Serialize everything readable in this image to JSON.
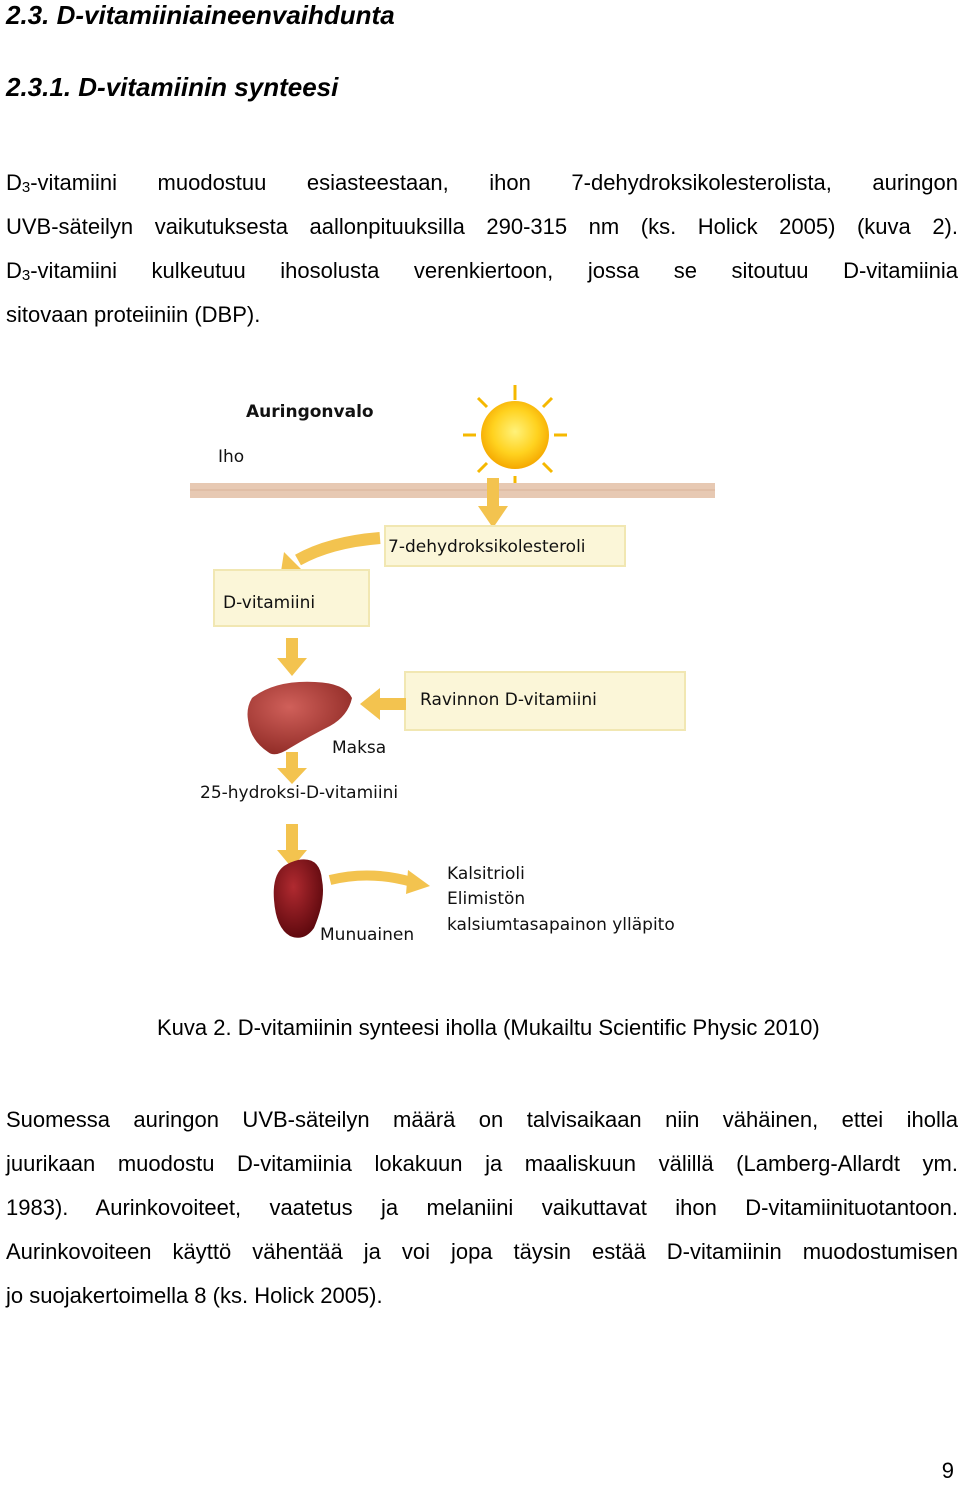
{
  "heading1": "2.3. D-vitamiiniaineenvaihdunta",
  "heading2": "2.3.1. D-vitamiinin synteesi",
  "paragraph1": {
    "lines": [
      {
        "pre": "D",
        "sub": "3",
        "text": "-vitamiini muodostuu esiasteestaan, ihon 7-dehydroksikolesterolista, auringon"
      },
      {
        "text": "UVB-säteilyn vaikutuksesta aallonpituuksilla 290-315 nm (ks. Holick 2005) (kuva 2)."
      },
      {
        "pre": "D",
        "sub": "3",
        "text": "-vitamiini kulkeutuu ihosolusta verenkiertoon, jossa se sitoutuu D-vitamiinia"
      },
      {
        "text": "sitovaan proteiiniin (DBP)."
      }
    ]
  },
  "figure": {
    "labels": {
      "sunlight": "Auringonvalo",
      "skin": "Iho",
      "precursor": "7-dehydroksikolesteroli",
      "vitamin_d": "D-vitamiini",
      "dietary": "Ravinnon D-vitamiini",
      "liver": "Maksa",
      "hydroxy": "25-hydroksi-D-vitamiini",
      "kidney": "Munuainen",
      "calcitriol_1": "Kalsitrioli",
      "calcitriol_2": "Elimistön",
      "calcitriol_3": "kalsiumtasapainon ylläpito"
    },
    "colors": {
      "sun": "#f5b800",
      "sun_core": "#fff27a",
      "skin_band": "#e7c9b3",
      "arrow": "#f3c34f",
      "liver": "#b23a34",
      "kidney": "#7e1017"
    }
  },
  "caption": "Kuva 2. D-vitamiinin synteesi iholla (Mukailtu Scientific Physic 2010)",
  "paragraph2": {
    "lines": [
      "Suomessa auringon UVB-säteilyn määrä on talvisaikaan niin vähäinen, ettei iholla",
      "juurikaan muodostu D-vitamiinia lokakuun ja maaliskuun välillä (Lamberg-Allardt ym.",
      "1983). Aurinkovoiteet, vaatetus ja melaniini vaikuttavat ihon D-vitamiinituotantoon.",
      "Aurinkovoiteen käyttö vähentää ja voi jopa täysin estää D-vitamiinin muodostumisen",
      "jo suojakertoimella 8 (ks. Holick 2005)."
    ]
  },
  "page_number": "9"
}
